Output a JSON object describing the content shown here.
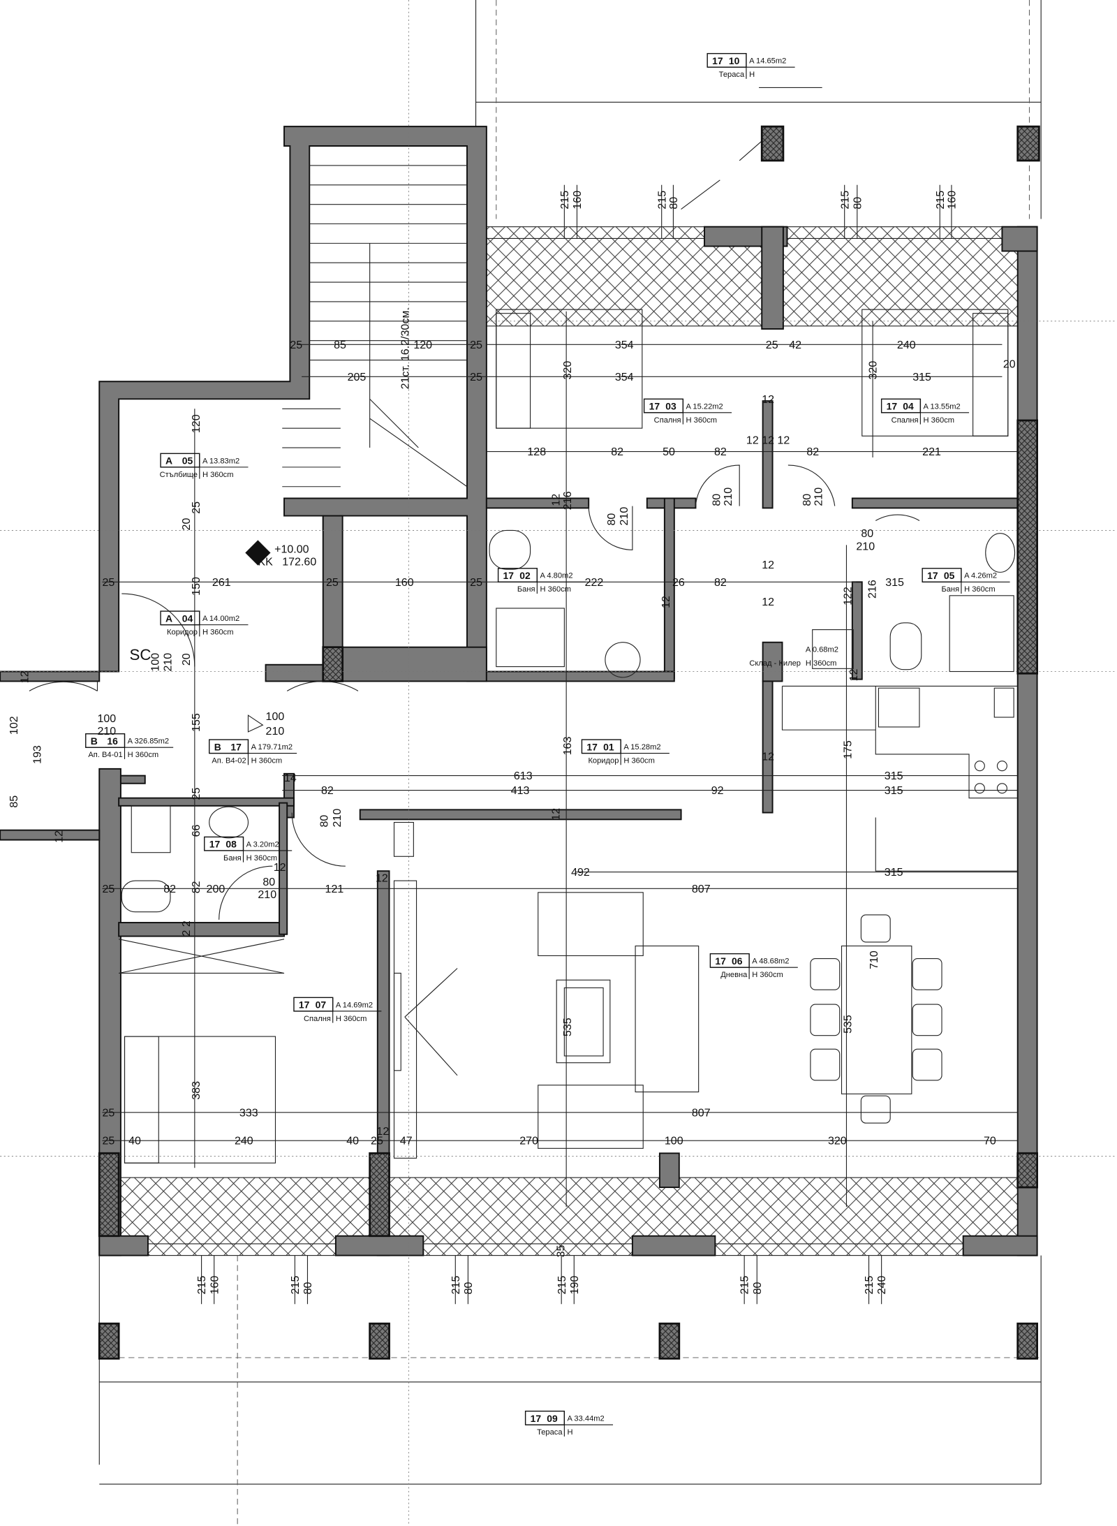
{
  "colors": {
    "wall": "#7a7a7a",
    "line": "#111111",
    "background": "#ffffff"
  },
  "rooms": [
    {
      "id_a": "17",
      "id_b": "10",
      "area": "A  14.65m2",
      "name": "Тераса",
      "height": "H"
    },
    {
      "id_a": "A",
      "id_b": "05",
      "area": "A 13.83m2",
      "name": "Стълбище",
      "height": "H  360cm"
    },
    {
      "id_a": "17",
      "id_b": "03",
      "area": "A  15.22m2",
      "name": "Спалня",
      "height": "H  360cm"
    },
    {
      "id_a": "17",
      "id_b": "04",
      "area": "A  13.55m2",
      "name": "Спалня",
      "height": "H  360cm"
    },
    {
      "id_a": "17",
      "id_b": "02",
      "area": "A  4.80m2",
      "name": "Баня",
      "height": "H  360cm"
    },
    {
      "id_a": "17",
      "id_b": "05",
      "area": "A  4.26m2",
      "name": "Баня",
      "height": "H  360cm"
    },
    {
      "id_a": "A",
      "id_b": "04",
      "area": "A 14.00m2",
      "name": "Коридор",
      "height": "H  360cm"
    },
    {
      "id_a": "",
      "id_b": "",
      "area": "A  0.68m2",
      "name": "Склад - Килер",
      "height": "H 360cm"
    },
    {
      "id_a": "B",
      "id_b": "16",
      "area": "A  326.85m2",
      "name": "Ап. B4-01",
      "height": "H  360cm"
    },
    {
      "id_a": "B",
      "id_b": "17",
      "area": "A 179.71m2",
      "name": "Ап. B4-02",
      "height": "H  360cm"
    },
    {
      "id_a": "17",
      "id_b": "01",
      "area": "A  15.28m2",
      "name": "Коридор",
      "height": "H  360cm"
    },
    {
      "id_a": "17",
      "id_b": "08",
      "area": "A  3.20m2",
      "name": "Баня",
      "height": "H  360cm"
    },
    {
      "id_a": "17",
      "id_b": "07",
      "area": "A  14.69m2",
      "name": "Спалня",
      "height": "H  360cm"
    },
    {
      "id_a": "17",
      "id_b": "06",
      "area": "A  48.68m2",
      "name": "Дневна",
      "height": "H  360cm"
    },
    {
      "id_a": "17",
      "id_b": "09",
      "area": "A  33.44m2",
      "name": "Тераса",
      "height": "H"
    }
  ],
  "level_marker": {
    "level": "+10.00",
    "kk_label": "KK",
    "kk_value": "172.60"
  },
  "stair_note": "21ст. 16.2/30см.",
  "shaft_label": "SC",
  "doors": [
    "100",
    "210",
    "100",
    "210",
    "100",
    "210",
    "80",
    "210",
    "80",
    "210",
    "80",
    "210",
    "80",
    "210",
    "80",
    "210",
    "80",
    "210"
  ],
  "dimensions": [
    "215",
    "160",
    "215",
    "80",
    "215",
    "80",
    "215",
    "160",
    "215",
    "160",
    "215",
    "80",
    "215",
    "80",
    "215",
    "190",
    "215",
    "80",
    "215",
    "240",
    "25",
    "85",
    "120",
    "25",
    "354",
    "25",
    "42",
    "240",
    "205",
    "25",
    "354",
    "315",
    "20",
    "128",
    "82",
    "50",
    "82",
    "12",
    "12",
    "12",
    "82",
    "221",
    "25",
    "261",
    "25",
    "160",
    "25",
    "222",
    "26",
    "82",
    "315",
    "613",
    "315",
    "14",
    "82",
    "413",
    "92",
    "315",
    "492",
    "315",
    "25",
    "82",
    "200",
    "121",
    "807",
    "25",
    "333",
    "807",
    "25",
    "40",
    "240",
    "40",
    "25",
    "47",
    "270",
    "100",
    "320",
    "70",
    "120",
    "25",
    "20",
    "150",
    "20",
    "155",
    "25",
    "66",
    "82",
    "2 2",
    "383",
    "216",
    "163",
    "175",
    "710",
    "535",
    "535",
    "102",
    "193",
    "85",
    "12",
    "12",
    "320",
    "320",
    "216",
    "122",
    "12",
    "12",
    "12",
    "12",
    "12",
    "12",
    "12",
    "12",
    "12",
    "12",
    "12",
    "35"
  ]
}
